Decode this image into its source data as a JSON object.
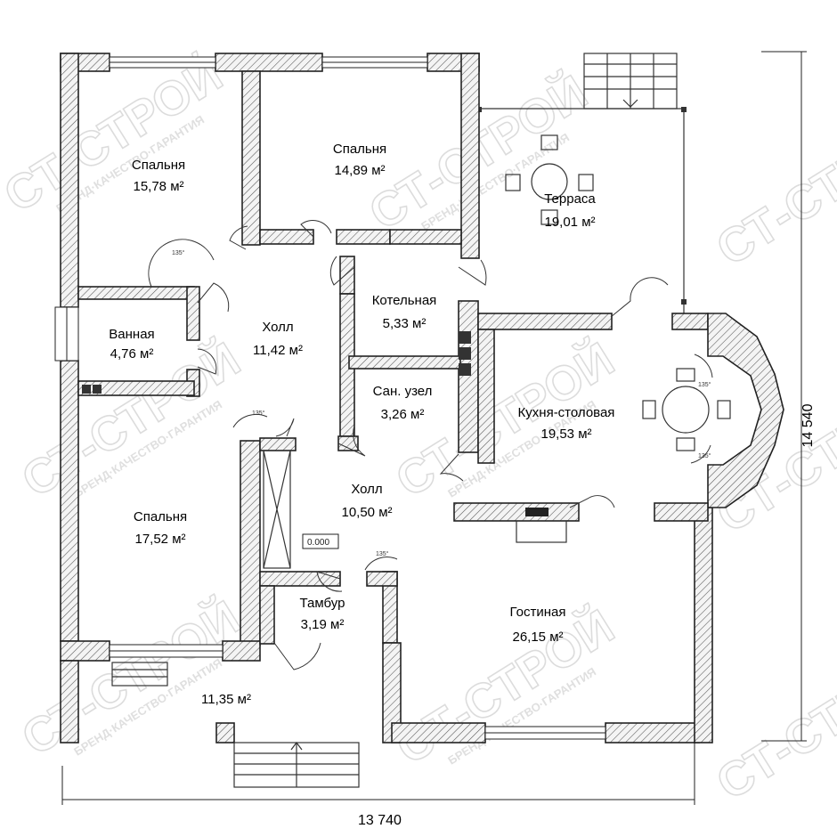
{
  "watermark": {
    "brand": "СТ-СТРОЙ",
    "sub": "БРЕНД·КАЧЕСТВО·ГАРАНТИЯ"
  },
  "rooms": [
    {
      "id": "bedroom-1",
      "name": "Спальня",
      "area": "15,78 м²"
    },
    {
      "id": "bedroom-2",
      "name": "Спальня",
      "area": "14,89 м²"
    },
    {
      "id": "terrace",
      "name": "Терраса",
      "area": "19,01 м²"
    },
    {
      "id": "bathroom",
      "name": "Ванная",
      "area": "4,76 м²"
    },
    {
      "id": "hall-1",
      "name": "Холл",
      "area": "11,42 м²"
    },
    {
      "id": "boiler",
      "name": "Котельная",
      "area": "5,33 м²"
    },
    {
      "id": "wc",
      "name": "Сан. узел",
      "area": "3,26 м²"
    },
    {
      "id": "kitchen",
      "name": "Кухня-столовая",
      "area": "19,53 м²"
    },
    {
      "id": "bedroom-3",
      "name": "Спальня",
      "area": "17,52 м²"
    },
    {
      "id": "hall-2",
      "name": "Холл",
      "area": "10,50 м²"
    },
    {
      "id": "vestibule",
      "name": "Тамбур",
      "area": "3,19 м²"
    },
    {
      "id": "living",
      "name": "Гостиная",
      "area": "26,15 м²"
    },
    {
      "id": "porch",
      "name": "",
      "area": "11,35 м²"
    }
  ],
  "level_mark": "0.000",
  "door_angle": "135°",
  "dimensions": {
    "width": "13 740",
    "height": "14 540"
  }
}
